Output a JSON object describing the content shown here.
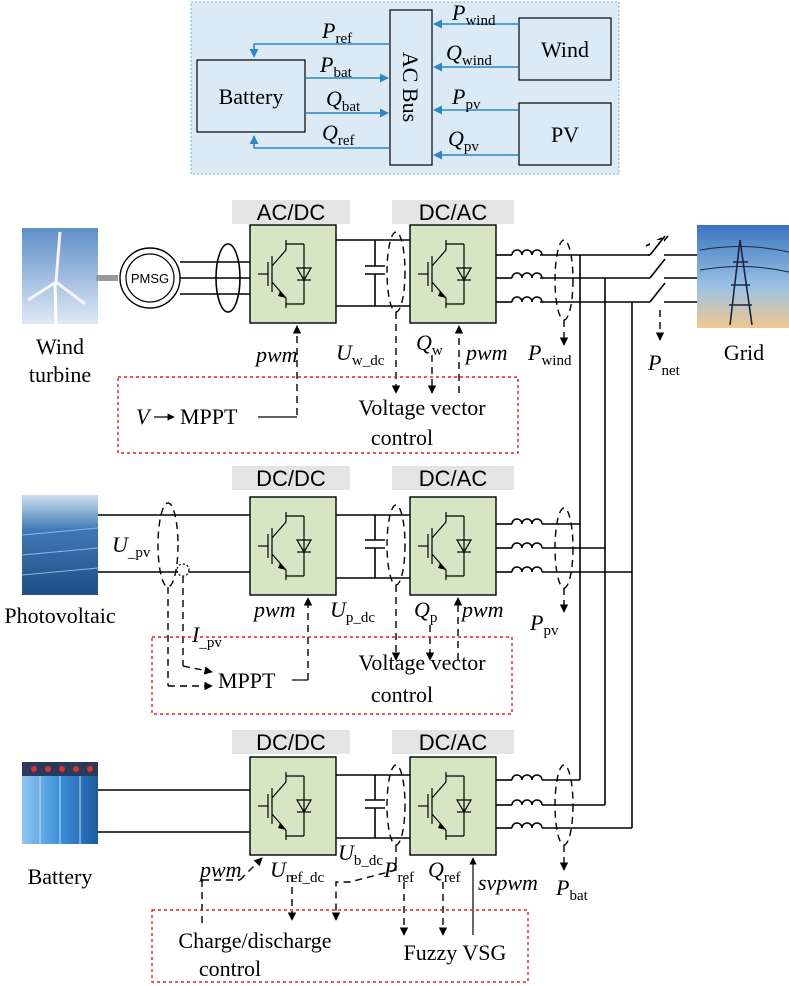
{
  "power_flow": {
    "bus_label": "AC Bus",
    "battery_label": "Battery",
    "wind_label": "Wind",
    "pv_label": "PV",
    "p_ref": {
      "main": "P",
      "sub": "ref"
    },
    "p_bat": {
      "main": "P",
      "sub": "bat"
    },
    "q_bat": {
      "main": "Q",
      "sub": "bat"
    },
    "q_ref": {
      "main": "Q",
      "sub": "ref"
    },
    "p_wind": {
      "main": "P",
      "sub": "wind"
    },
    "q_wind": {
      "main": "Q",
      "sub": "wind"
    },
    "p_pv": {
      "main": "P",
      "sub": "pv"
    },
    "q_pv": {
      "main": "Q",
      "sub": "pv"
    }
  },
  "wind": {
    "source_label_1": "Wind",
    "source_label_2": "turbine",
    "generator_label": "PMSG",
    "conv1_label": "AC/DC",
    "conv2_label": "DC/AC",
    "pwm1": "pwm",
    "u_dc": {
      "main": "U",
      "sub": "w_dc"
    },
    "q": {
      "main": "Q",
      "sub": "w"
    },
    "pwm2": "pwm",
    "p_out": {
      "main": "P",
      "sub": "wind"
    },
    "v_label": "V",
    "mppt_label": "MPPT",
    "control_1": "Voltage vector",
    "control_2": "control"
  },
  "grid": {
    "label": "Grid",
    "p_net": {
      "main": "P",
      "sub": "net"
    }
  },
  "pv": {
    "source_label": "Photovoltaic",
    "conv1_label": "DC/DC",
    "conv2_label": "DC/AC",
    "u_pv": {
      "main": "U",
      "sub": "_pv"
    },
    "i_pv": {
      "main": "I",
      "sub": "_pv"
    },
    "pwm1": "pwm",
    "u_dc": {
      "main": "U",
      "sub": "p_dc"
    },
    "q": {
      "main": "Q",
      "sub": "p"
    },
    "pwm2": "pwm",
    "p_out": {
      "main": "P",
      "sub": "pv"
    },
    "mppt_label": "MPPT",
    "control_1": "Voltage vector",
    "control_2": "control"
  },
  "battery": {
    "source_label": "Battery",
    "conv1_label": "DC/DC",
    "conv2_label": "DC/AC",
    "pwm1": "pwm",
    "u_ref_dc": {
      "main": "U",
      "sub": "ref_dc"
    },
    "u_dc": {
      "main": "U",
      "sub": "b_dc"
    },
    "p_ref": {
      "main": "P",
      "sub": "ref"
    },
    "q_ref": {
      "main": "Q",
      "sub": "ref"
    },
    "svpwm": "svpwm",
    "p_out": {
      "main": "P",
      "sub": "bat"
    },
    "charge_1": "Charge/discharge",
    "charge_2": "control",
    "vsg_label": "Fuzzy VSG"
  }
}
